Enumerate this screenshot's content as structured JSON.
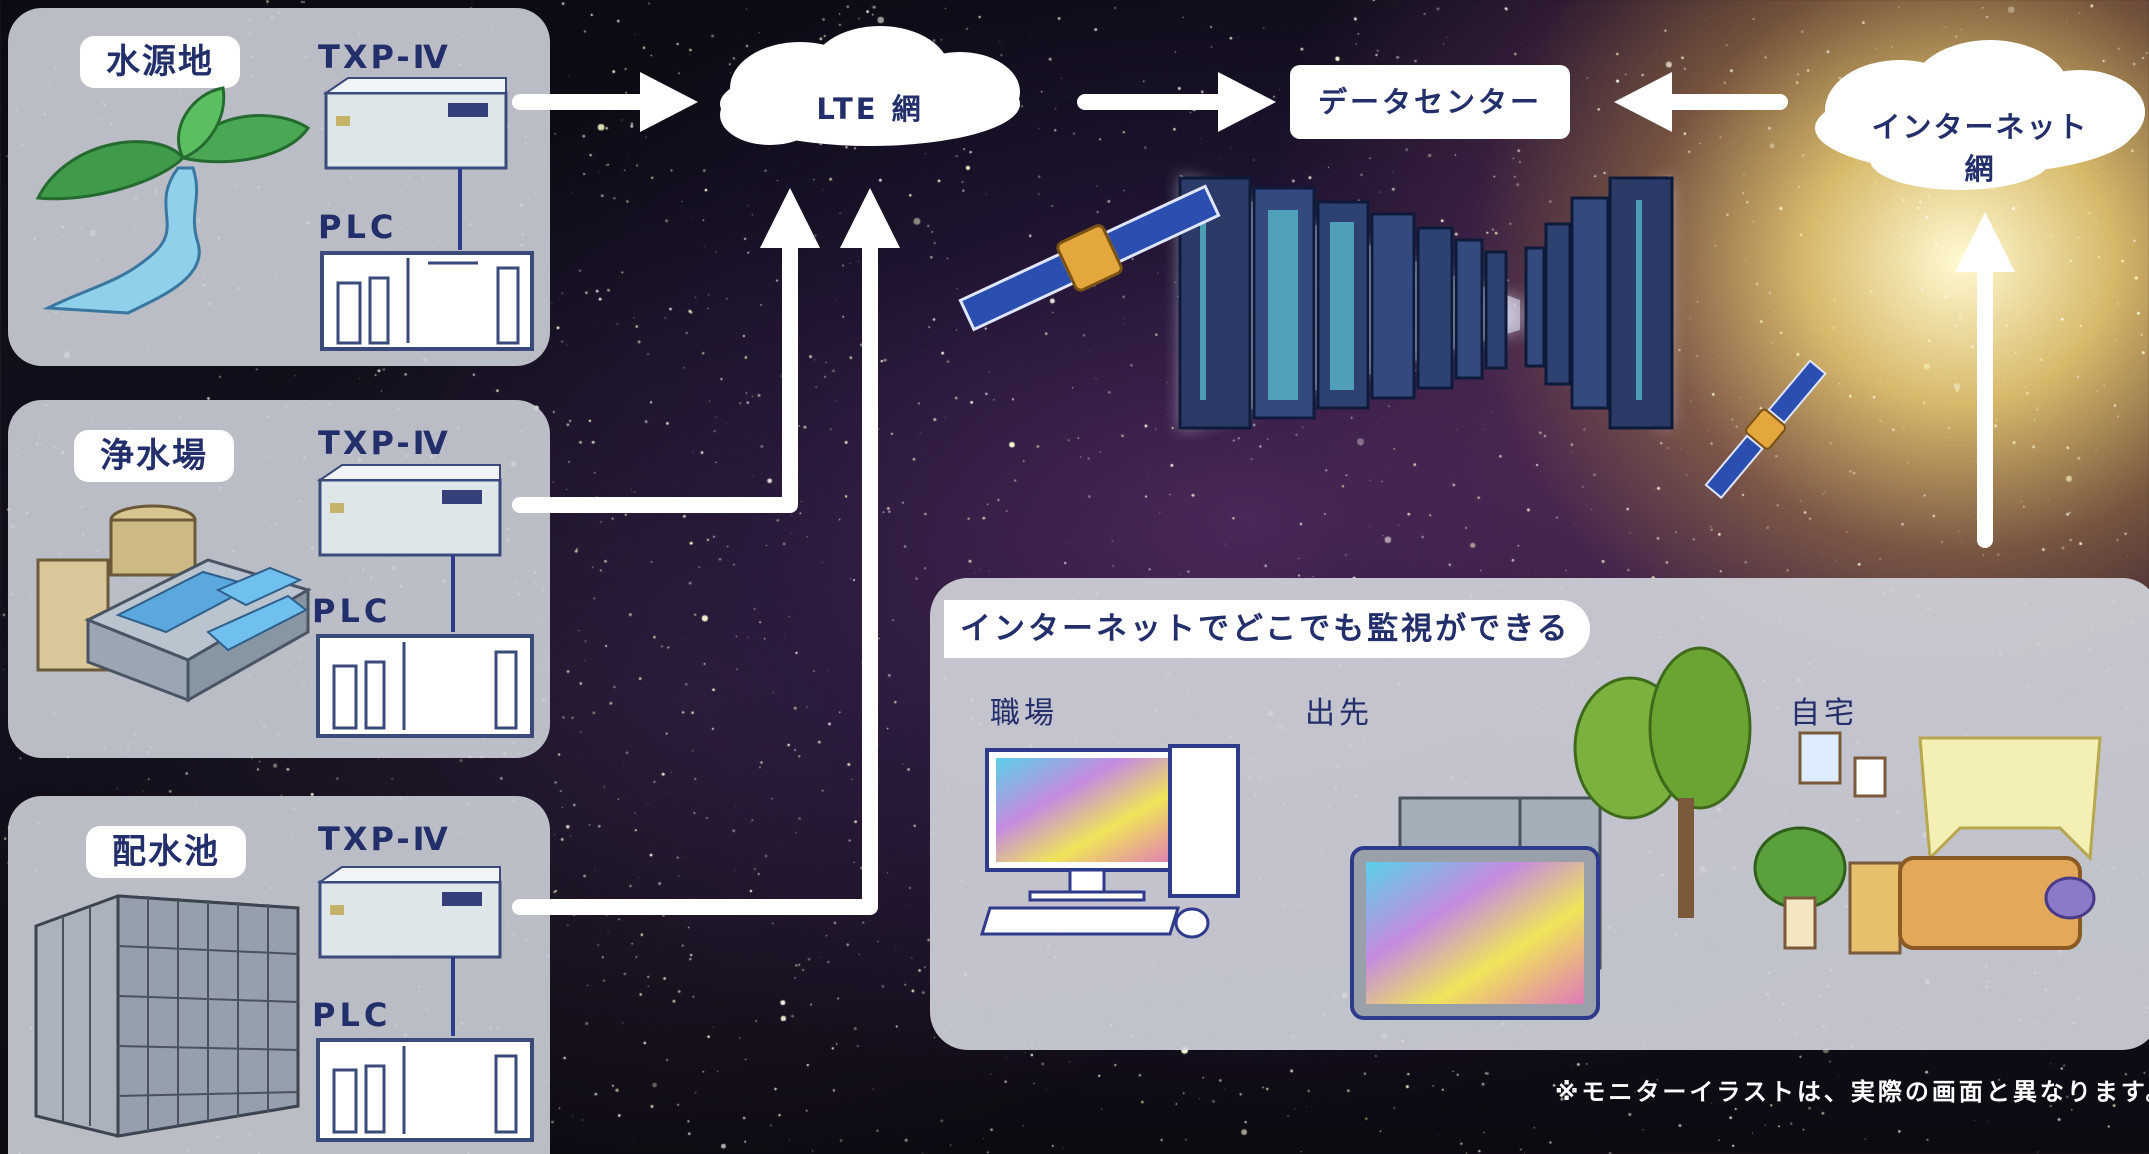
{
  "sites": [
    {
      "name": "水源地",
      "device": "TXP-Ⅳ",
      "plc": "PLC"
    },
    {
      "name": "浄水場",
      "device": "TXP-Ⅳ",
      "plc": "PLC"
    },
    {
      "name": "配水池",
      "device": "TXP-Ⅳ",
      "plc": "PLC"
    }
  ],
  "network": {
    "lte_cloud": "LTE 網",
    "data_center": "データセンター",
    "internet_cloud": "インターネット網"
  },
  "monitoring": {
    "heading": "インターネットでどこでも監視ができる",
    "locations": [
      {
        "label": "職場"
      },
      {
        "label": "出先"
      },
      {
        "label": "自宅"
      }
    ]
  },
  "note": "※モニターイラストは、実際の画面と異なります。",
  "colors": {
    "label_text": "#232f6b",
    "panel_bg": "#cdd0d8",
    "arrow": "#ffffff",
    "cable": "#2e3a8c"
  }
}
